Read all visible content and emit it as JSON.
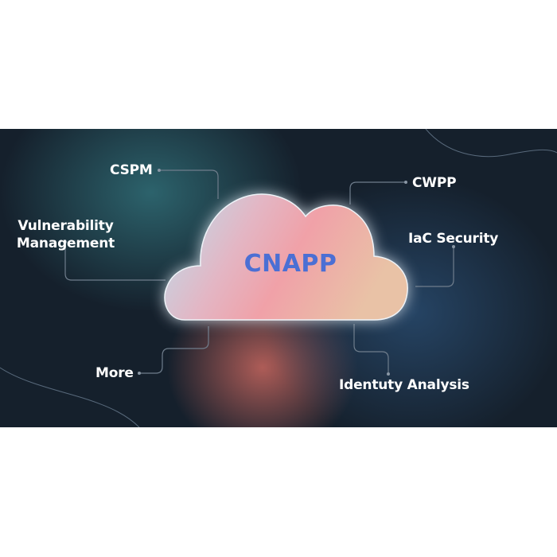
{
  "diagram": {
    "center_label": "CNAPP",
    "nodes": {
      "cspm": "CSPM",
      "vulnerability_line1": "Vulnerability",
      "vulnerability_line2": "Management",
      "more": "More",
      "cwpp": "CWPP",
      "iac_security": "IaC Security",
      "identity_analysis": "Identuty Analysis"
    }
  },
  "colors": {
    "background": "#15202c",
    "cnapp_text": "#4b6fd4",
    "label_text": "#ffffff",
    "connector": "#6f7d8c"
  }
}
